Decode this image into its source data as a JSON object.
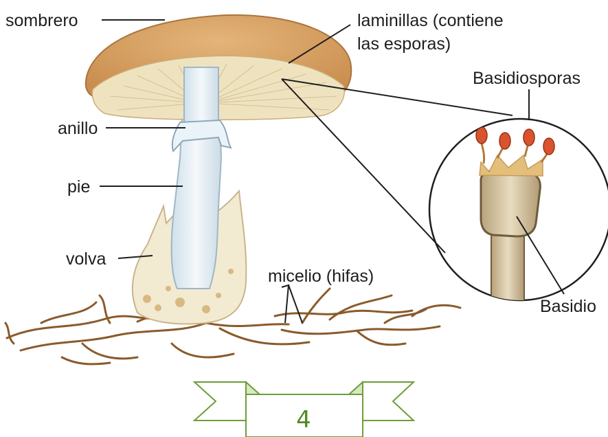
{
  "labels": {
    "sombrero": "sombrero",
    "laminillas_line1": "laminillas (contiene",
    "laminillas_line2": "las esporas)",
    "basidiosporas": "Basidiosporas",
    "anillo": "anillo",
    "pie": "pie",
    "volva": "volva",
    "micelio": "micelio (hifas)",
    "basidio": "Basidio"
  },
  "page": {
    "number": "4"
  },
  "colors": {
    "cap": "#d9a66c",
    "gills": "#efe3bf",
    "stem": "#e4eef4",
    "spores": "#d9542e",
    "hyphae": "#8a5a2b",
    "ribbon": "#6f9c3b",
    "page_number": "#4f8a22"
  }
}
